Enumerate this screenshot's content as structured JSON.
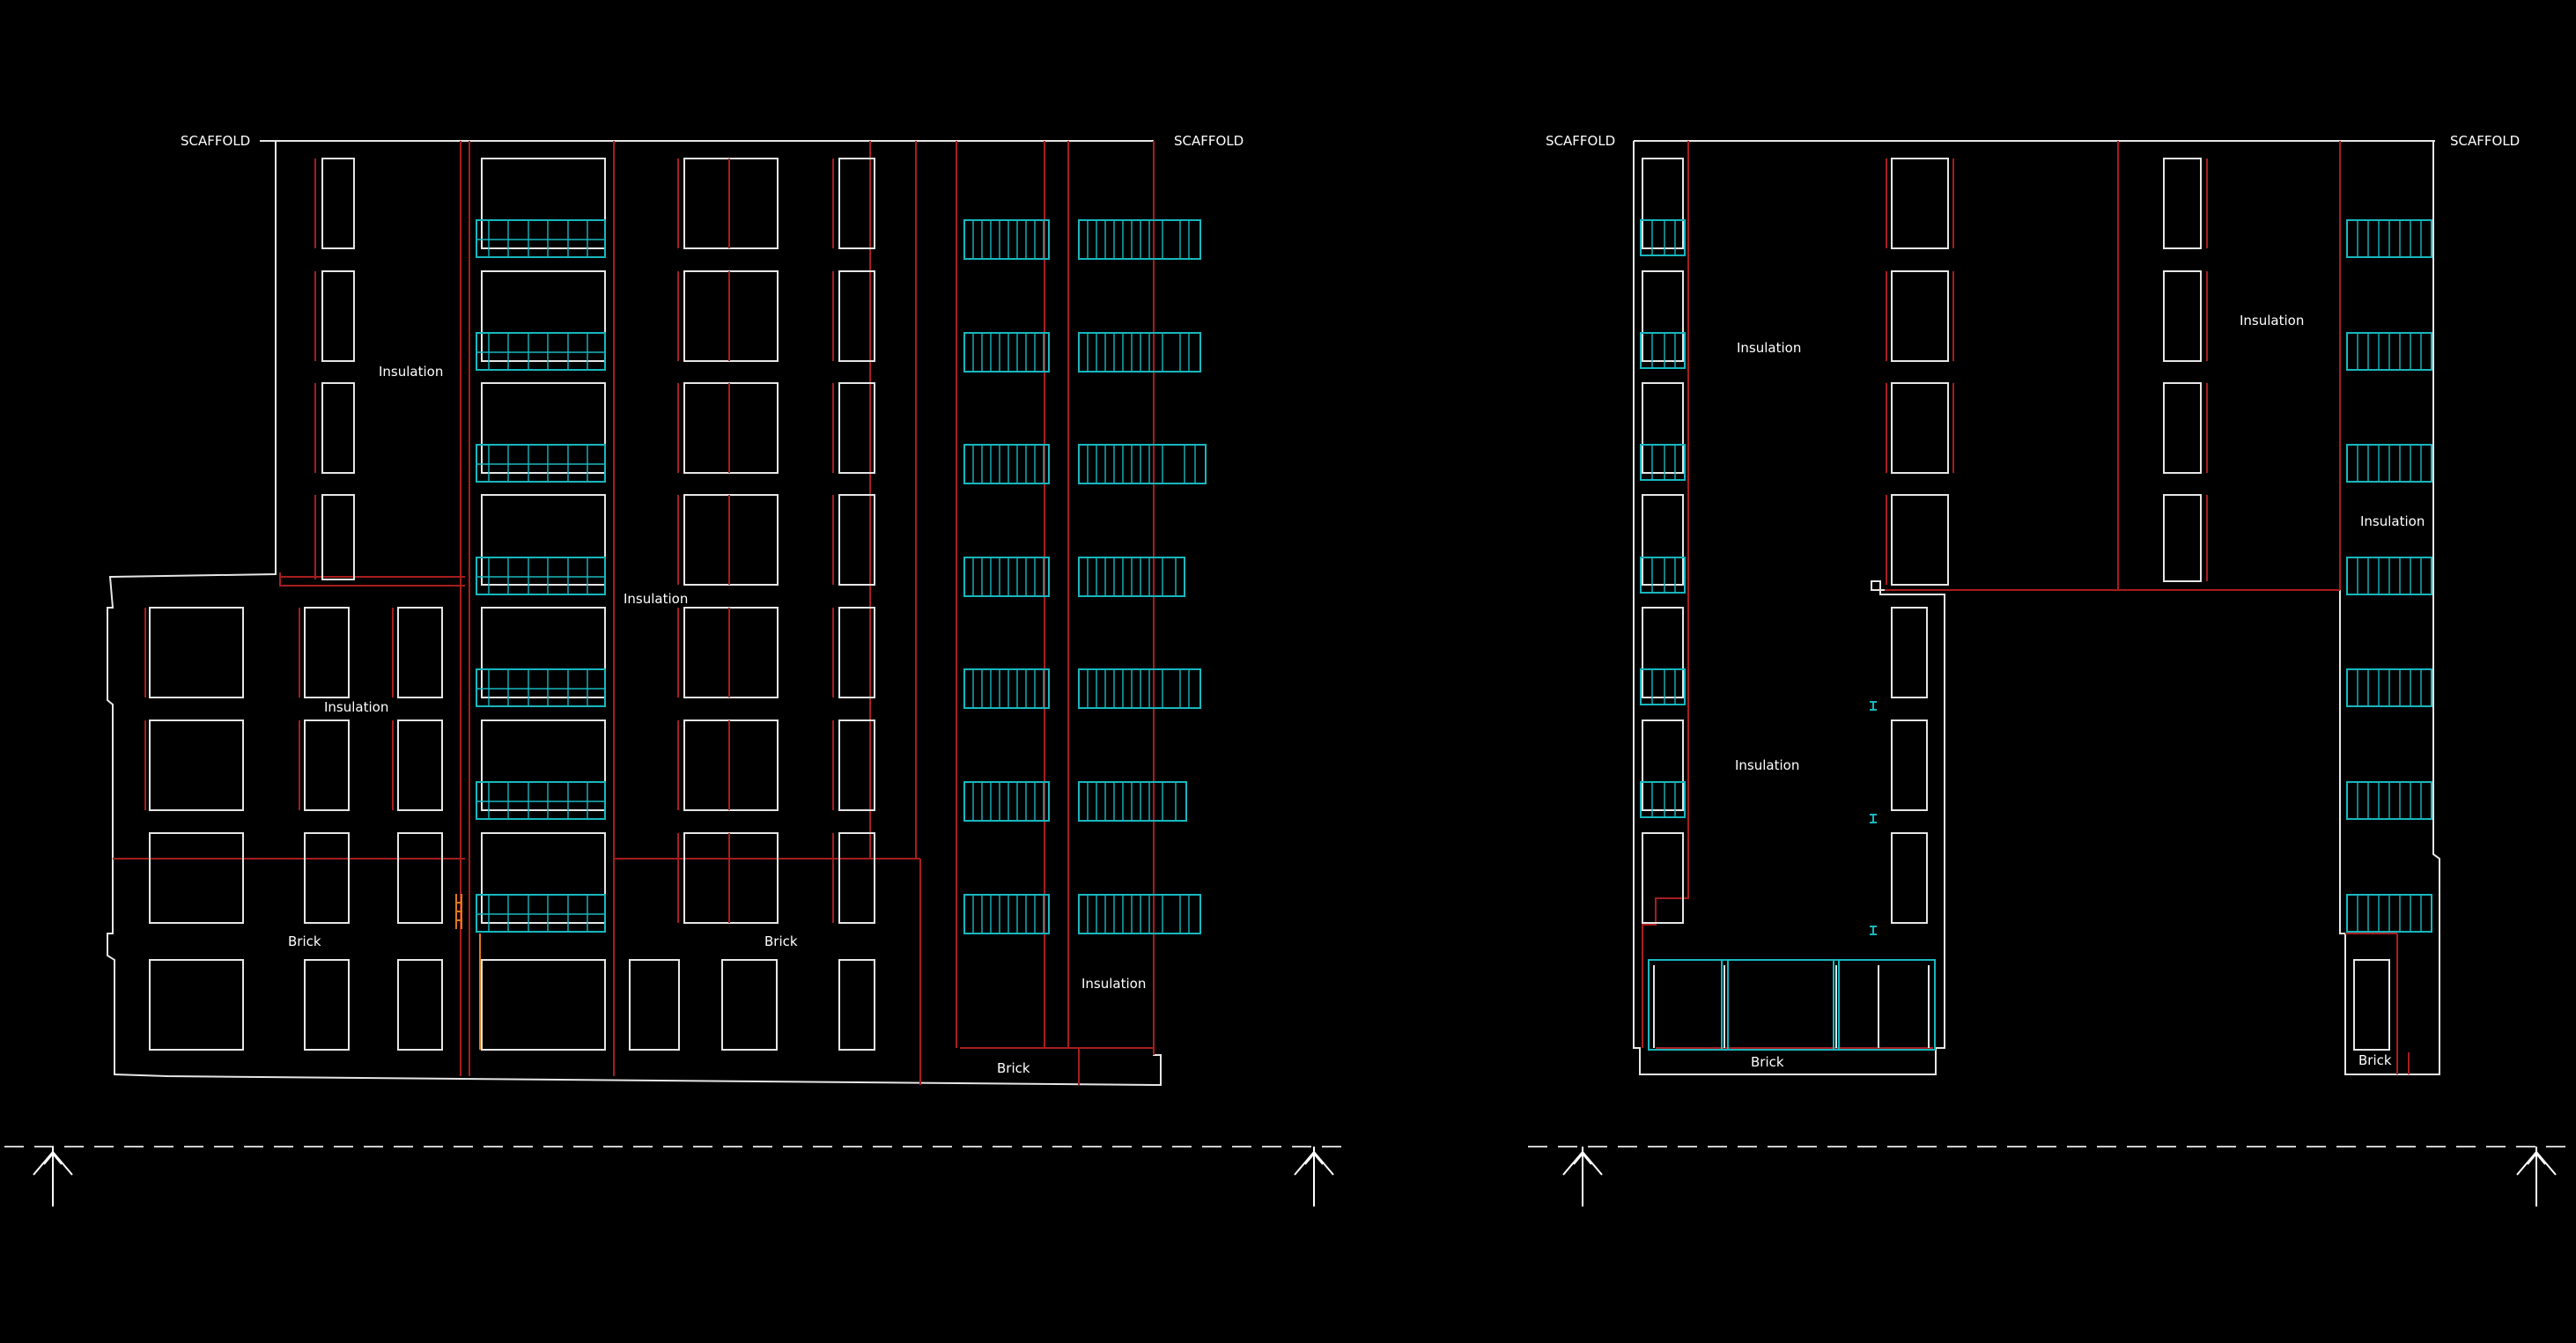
{
  "colors": {
    "background": "#000000",
    "outline": "#e6e6e6",
    "insulation_line": "#a81d1d",
    "balcony": "#18b7bf",
    "detail": "#e07a16",
    "text": "#ffffff"
  },
  "left_elevation": {
    "scaffold_left": "SCAFFOLD",
    "scaffold_right": "SCAFFOLD",
    "labels": {
      "insulation_upper": "Insulation",
      "insulation_center": "Insulation",
      "insulation_lower": "Insulation",
      "insulation_right": "Insulation",
      "brick_left": "Brick",
      "brick_center": "Brick",
      "brick_right": "Brick"
    }
  },
  "right_elevation": {
    "scaffold_left": "SCAFFOLD",
    "scaffold_right": "SCAFFOLD",
    "labels": {
      "insulation_upper_left": "Insulation",
      "insulation_upper_right": "Insulation",
      "insulation_right_side": "Insulation",
      "insulation_lower_left": "Insulation",
      "brick_left": "Brick",
      "brick_right": "Brick"
    }
  },
  "markers": {
    "count": 4,
    "icon": "section-arrow-icon"
  }
}
